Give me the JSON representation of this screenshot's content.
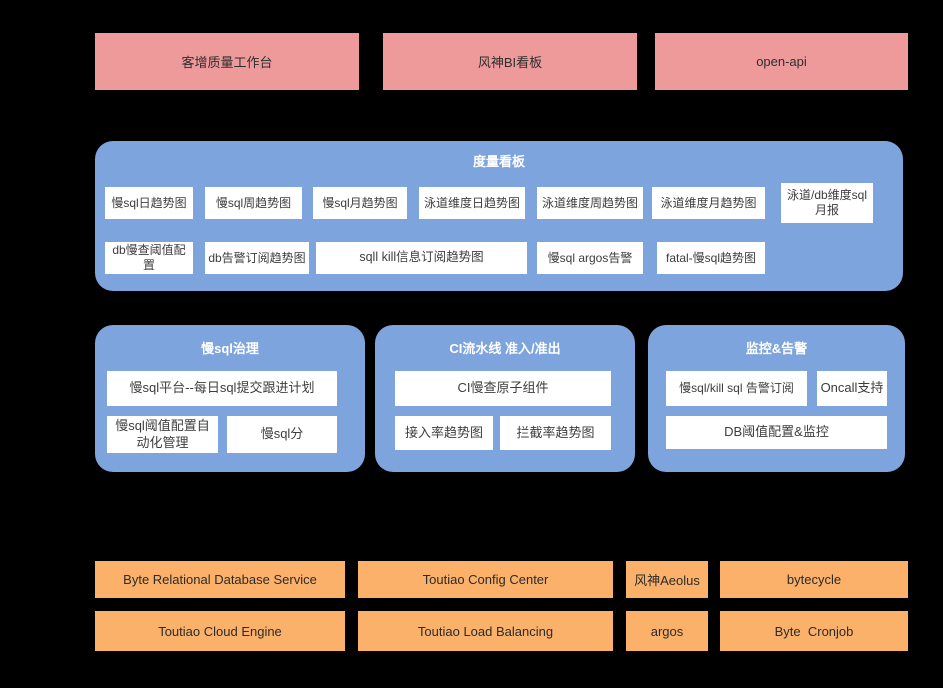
{
  "colors": {
    "background": "#000000",
    "app_pink": "#ef9a9a",
    "panel_blue": "#7da4dc",
    "infra_orange": "#fbb169",
    "box_white": "#ffffff"
  },
  "top_apps": {
    "items": [
      {
        "label": "客增质量工作台"
      },
      {
        "label": "风神BI看板"
      },
      {
        "label": "open-api"
      }
    ]
  },
  "metrics_board": {
    "title": "度量看板",
    "row1": [
      {
        "label": "慢sql日趋势图"
      },
      {
        "label": "慢sql周趋势图"
      },
      {
        "label": "慢sql月趋势图"
      },
      {
        "label": "泳道维度日趋势图"
      },
      {
        "label": "泳道维度周趋势图"
      },
      {
        "label": "泳道维度月趋势图"
      },
      {
        "label": "泳道/db维度sql月报"
      }
    ],
    "row2": [
      {
        "label": "db慢查阈值配置"
      },
      {
        "label": "db告警订阅趋势图"
      },
      {
        "label": "sqll kill信息订阅趋势图"
      },
      {
        "label": "慢sql argos告警"
      },
      {
        "label": "fatal-慢sql趋势图"
      }
    ]
  },
  "cards": [
    {
      "title": "慢sql治理",
      "items": [
        {
          "label": "慢sql平台--每日sql提交跟进计划"
        },
        {
          "label": "慢sql阈值配置自动化管理"
        },
        {
          "label": "慢sql分"
        }
      ]
    },
    {
      "title": "CI流水线 准入/准出",
      "items": [
        {
          "label": "CI慢查原子组件"
        },
        {
          "label": "接入率趋势图"
        },
        {
          "label": "拦截率趋势图"
        }
      ]
    },
    {
      "title": "监控&告警",
      "items": [
        {
          "label": "慢sql/kill sql 告警订阅"
        },
        {
          "label": "Oncall支持"
        },
        {
          "label": "DB阈值配置&监控"
        }
      ]
    }
  ],
  "infra": {
    "row1": [
      {
        "label": "Byte Relational Database Service"
      },
      {
        "label": "Toutiao Config Center"
      },
      {
        "label": "风神Aeolus"
      },
      {
        "label": "bytecycle"
      }
    ],
    "row2": [
      {
        "label": "Toutiao Cloud Engine"
      },
      {
        "label": "Toutiao Load Balancing"
      },
      {
        "label": "argos"
      },
      {
        "label": "Byte  Cronjob"
      }
    ]
  }
}
